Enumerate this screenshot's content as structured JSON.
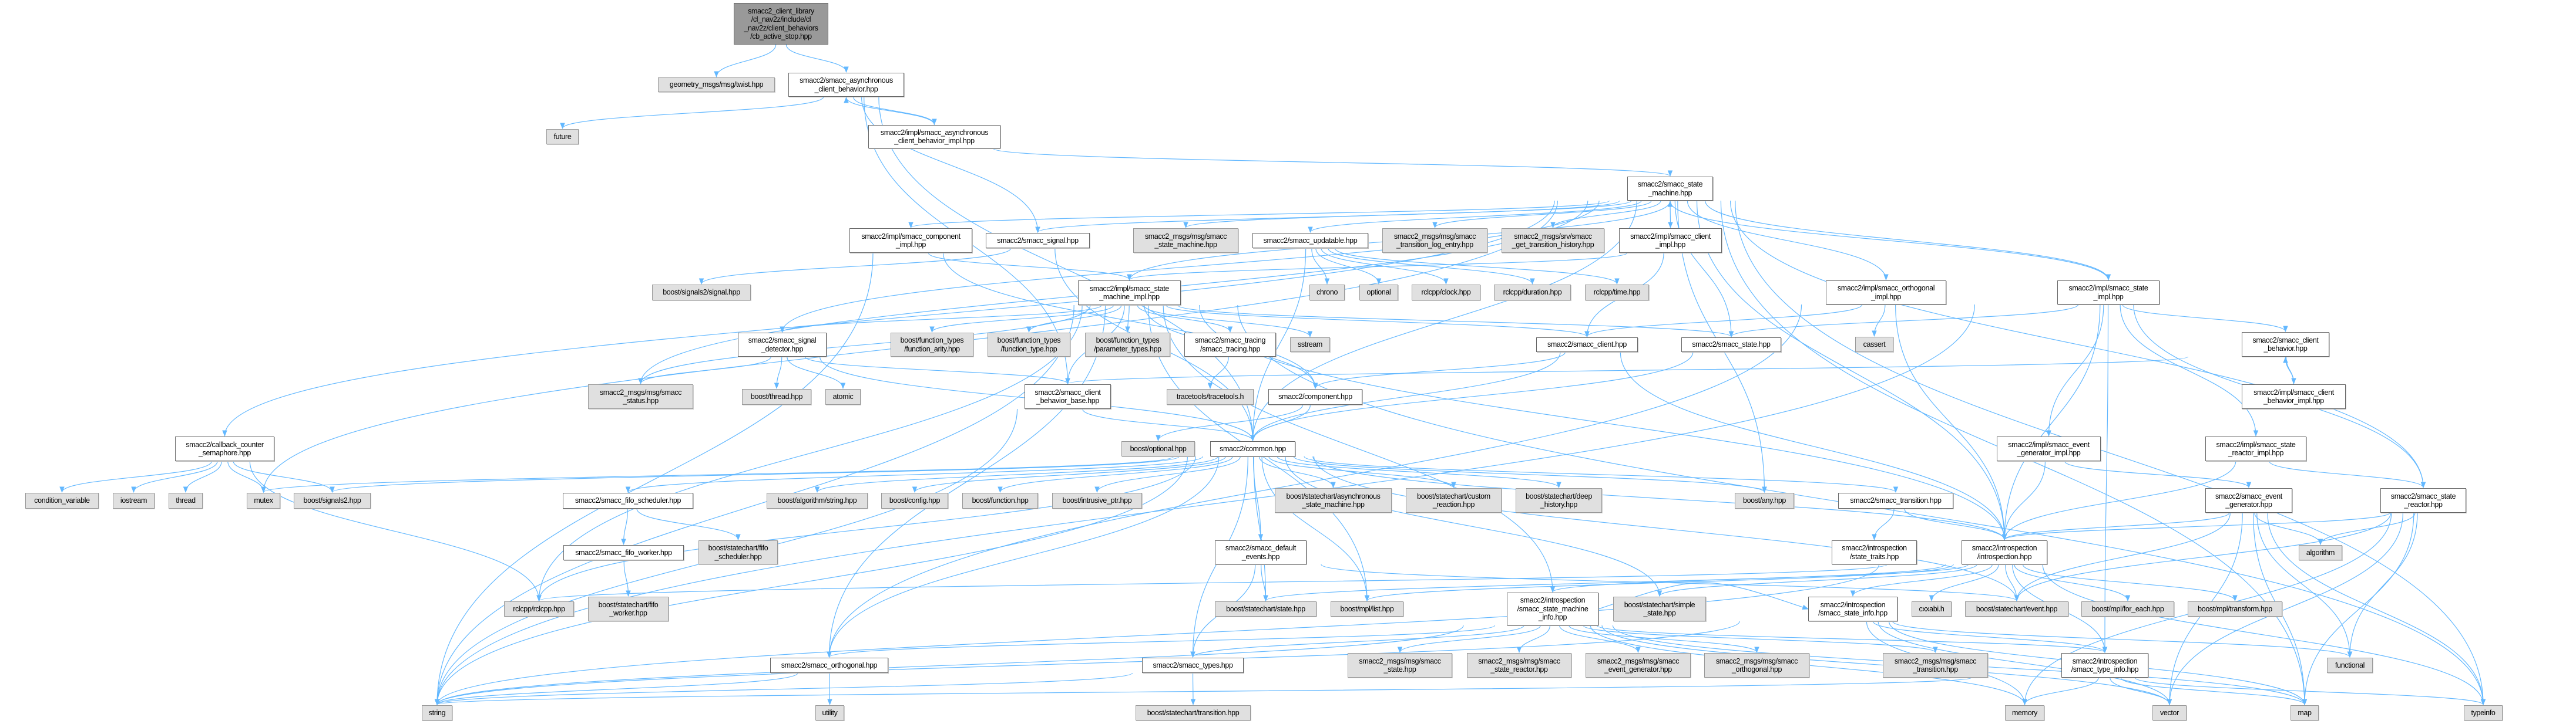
{
  "colors": {
    "edge": "#63b8ff",
    "root_fill": "#999999",
    "external_fill": "#e0e0e0",
    "documented_fill": "#ffffff"
  },
  "nodes": [
    {
      "id": "root",
      "kind": "root",
      "label": "smacc2_client_library\n/cl_nav2z/include/cl\n_nav2z/client_behaviors\n/cb_active_stop.hpp"
    },
    {
      "id": "twist",
      "kind": "ext",
      "label": "geometry_msgs/msg/twist.hpp"
    },
    {
      "id": "async_cb",
      "kind": "doc",
      "label": "smacc2/smacc_asynchronous\n_client_behavior.hpp"
    },
    {
      "id": "future",
      "kind": "ext",
      "label": "future"
    },
    {
      "id": "async_cb_impl",
      "kind": "doc",
      "label": "smacc2/impl/smacc_asynchronous\n_client_behavior_impl.hpp"
    },
    {
      "id": "state_machine",
      "kind": "doc",
      "label": "smacc2/smacc_state\n_machine.hpp"
    },
    {
      "id": "component_impl",
      "kind": "doc",
      "label": "smacc2/impl/smacc_component\n_impl.hpp"
    },
    {
      "id": "signal",
      "kind": "doc",
      "label": "smacc2/smacc_signal.hpp"
    },
    {
      "id": "msgs_sm",
      "kind": "ext",
      "label": "smacc2_msgs/msg/smacc\n_state_machine.hpp"
    },
    {
      "id": "updatable",
      "kind": "doc",
      "label": "smacc2/smacc_updatable.hpp"
    },
    {
      "id": "log_entry",
      "kind": "ext",
      "label": "smacc2_msgs/msg/smacc\n_transition_log_entry.hpp"
    },
    {
      "id": "get_hist",
      "kind": "ext",
      "label": "smacc2_msgs/srv/smacc\n_get_transition_history.hpp"
    },
    {
      "id": "client_impl",
      "kind": "doc",
      "label": "smacc2/impl/smacc_client\n_impl.hpp"
    },
    {
      "id": "signals2_signal",
      "kind": "ext",
      "label": "boost/signals2/signal.hpp"
    },
    {
      "id": "sm_impl",
      "kind": "doc",
      "label": "smacc2/impl/smacc_state\n_machine_impl.hpp"
    },
    {
      "id": "chrono",
      "kind": "ext",
      "label": "chrono"
    },
    {
      "id": "optional",
      "kind": "ext",
      "label": "optional"
    },
    {
      "id": "clock",
      "kind": "ext",
      "label": "rclcpp/clock.hpp"
    },
    {
      "id": "duration",
      "kind": "ext",
      "label": "rclcpp/duration.hpp"
    },
    {
      "id": "time",
      "kind": "ext",
      "label": "rclcpp/time.hpp"
    },
    {
      "id": "orth_impl",
      "kind": "doc",
      "label": "smacc2/impl/smacc_orthogonal\n_impl.hpp"
    },
    {
      "id": "state_impl",
      "kind": "doc",
      "label": "smacc2/impl/smacc_state\n_impl.hpp"
    },
    {
      "id": "signal_detector",
      "kind": "doc",
      "label": "smacc2/smacc_signal\n_detector.hpp"
    },
    {
      "id": "fn_arity",
      "kind": "ext",
      "label": "boost/function_types\n/function_arity.hpp"
    },
    {
      "id": "fn_type",
      "kind": "ext",
      "label": "boost/function_types\n/function_type.hpp"
    },
    {
      "id": "param_types",
      "kind": "ext",
      "label": "boost/function_types\n/parameter_types.hpp"
    },
    {
      "id": "tracing",
      "kind": "doc",
      "label": "smacc2/smacc_tracing\n/smacc_tracing.hpp"
    },
    {
      "id": "sstream",
      "kind": "ext",
      "label": "sstream"
    },
    {
      "id": "client",
      "kind": "doc",
      "label": "smacc2/smacc_client.hpp"
    },
    {
      "id": "state",
      "kind": "doc",
      "label": "smacc2/smacc_state.hpp"
    },
    {
      "id": "cassert",
      "kind": "ext",
      "label": "cassert"
    },
    {
      "id": "client_behavior",
      "kind": "doc",
      "label": "smacc2/smacc_client\n_behavior.hpp"
    },
    {
      "id": "smacc_status",
      "kind": "ext",
      "label": "smacc2_msgs/msg/smacc\n_status.hpp"
    },
    {
      "id": "boost_thread",
      "kind": "ext",
      "label": "boost/thread.hpp"
    },
    {
      "id": "atomic",
      "kind": "ext",
      "label": "atomic"
    },
    {
      "id": "cb_base",
      "kind": "doc",
      "label": "smacc2/smacc_client\n_behavior_base.hpp"
    },
    {
      "id": "tracetools",
      "kind": "ext",
      "label": "tracetools/tracetools.h"
    },
    {
      "id": "component",
      "kind": "doc",
      "label": "smacc2/component.hpp"
    },
    {
      "id": "cb_impl",
      "kind": "doc",
      "label": "smacc2/impl/smacc_client\n_behavior_impl.hpp"
    },
    {
      "id": "semaphore",
      "kind": "doc",
      "label": "smacc2/callback_counter\n_semaphore.hpp"
    },
    {
      "id": "event_gen_impl",
      "kind": "doc",
      "label": "smacc2/impl/smacc_event\n_generator_impl.hpp"
    },
    {
      "id": "state_reactor_impl",
      "kind": "doc",
      "label": "smacc2/impl/smacc_state\n_reactor_impl.hpp"
    },
    {
      "id": "boost_optional",
      "kind": "ext",
      "label": "boost/optional.hpp"
    },
    {
      "id": "common",
      "kind": "doc",
      "label": "smacc2/common.hpp"
    },
    {
      "id": "condition_variable",
      "kind": "ext",
      "label": "condition_variable"
    },
    {
      "id": "iostream",
      "kind": "ext",
      "label": "iostream"
    },
    {
      "id": "thread",
      "kind": "ext",
      "label": "thread"
    },
    {
      "id": "mutex",
      "kind": "ext",
      "label": "mutex"
    },
    {
      "id": "signals2",
      "kind": "ext",
      "label": "boost/signals2.hpp"
    },
    {
      "id": "fifo_scheduler",
      "kind": "doc",
      "label": "smacc2/smacc_fifo_scheduler.hpp"
    },
    {
      "id": "algo_string",
      "kind": "ext",
      "label": "boost/algorithm/string.hpp"
    },
    {
      "id": "config",
      "kind": "ext",
      "label": "boost/config.hpp"
    },
    {
      "id": "function",
      "kind": "ext",
      "label": "boost/function.hpp"
    },
    {
      "id": "intrusive",
      "kind": "ext",
      "label": "boost/intrusive_ptr.hpp"
    },
    {
      "id": "async_sm",
      "kind": "ext",
      "label": "boost/statechart/asynchronous\n_state_machine.hpp"
    },
    {
      "id": "custom_reaction",
      "kind": "ext",
      "label": "boost/statechart/custom\n_reaction.hpp"
    },
    {
      "id": "deep_history",
      "kind": "ext",
      "label": "boost/statechart/deep\n_history.hpp"
    },
    {
      "id": "any",
      "kind": "ext",
      "label": "boost/any.hpp"
    },
    {
      "id": "transition",
      "kind": "doc",
      "label": "smacc2/smacc_transition.hpp"
    },
    {
      "id": "event_gen",
      "kind": "doc",
      "label": "smacc2/smacc_event\n_generator.hpp"
    },
    {
      "id": "state_reactor",
      "kind": "doc",
      "label": "smacc2/smacc_state\n_reactor.hpp"
    },
    {
      "id": "fifo_worker",
      "kind": "doc",
      "label": "smacc2/smacc_fifo_worker.hpp"
    },
    {
      "id": "sc_fifo_scheduler",
      "kind": "ext",
      "label": "boost/statechart/fifo\n_scheduler.hpp"
    },
    {
      "id": "default_events",
      "kind": "doc",
      "label": "smacc2/smacc_default\n_events.hpp"
    },
    {
      "id": "state_traits",
      "kind": "doc",
      "label": "smacc2/introspection\n/state_traits.hpp"
    },
    {
      "id": "introspection",
      "kind": "doc",
      "label": "smacc2/introspection\n/introspection.hpp"
    },
    {
      "id": "algorithm",
      "kind": "ext",
      "label": "algorithm"
    },
    {
      "id": "sm_info",
      "kind": "doc",
      "label": "smacc2/introspection\n/smacc_state_machine\n_info.hpp"
    },
    {
      "id": "rclcpp",
      "kind": "ext",
      "label": "rclcpp/rclcpp.hpp"
    },
    {
      "id": "sc_fifo_worker",
      "kind": "ext",
      "label": "boost/statechart/fifo\n_worker.hpp"
    },
    {
      "id": "sc_state",
      "kind": "ext",
      "label": "boost/statechart/state.hpp"
    },
    {
      "id": "mpl_list",
      "kind": "ext",
      "label": "boost/mpl/list.hpp"
    },
    {
      "id": "simple_state",
      "kind": "ext",
      "label": "boost/statechart/simple\n_state.hpp"
    },
    {
      "id": "state_info",
      "kind": "doc",
      "label": "smacc2/introspection\n/smacc_state_info.hpp"
    },
    {
      "id": "cxxabi",
      "kind": "ext",
      "label": "cxxabi.h"
    },
    {
      "id": "sc_event",
      "kind": "ext",
      "label": "boost/statechart/event.hpp"
    },
    {
      "id": "for_each",
      "kind": "ext",
      "label": "boost/mpl/for_each.hpp"
    },
    {
      "id": "transform",
      "kind": "ext",
      "label": "boost/mpl/transform.hpp"
    },
    {
      "id": "orthogonal",
      "kind": "doc",
      "label": "smacc2/smacc_orthogonal.hpp"
    },
    {
      "id": "types",
      "kind": "doc",
      "label": "smacc2/smacc_types.hpp"
    },
    {
      "id": "msg_state",
      "kind": "ext",
      "label": "smacc2_msgs/msg/smacc\n_state.hpp"
    },
    {
      "id": "msg_state_reactor",
      "kind": "ext",
      "label": "smacc2_msgs/msg/smacc\n_state_reactor.hpp"
    },
    {
      "id": "msg_event_gen",
      "kind": "ext",
      "label": "smacc2_msgs/msg/smacc\n_event_generator.hpp"
    },
    {
      "id": "msg_orthogonal",
      "kind": "ext",
      "label": "smacc2_msgs/msg/smacc\n_orthogonal.hpp"
    },
    {
      "id": "msg_transition",
      "kind": "ext",
      "label": "smacc2_msgs/msg/smacc\n_transition.hpp"
    },
    {
      "id": "type_info",
      "kind": "doc",
      "label": "smacc2/introspection\n/smacc_type_info.hpp"
    },
    {
      "id": "functional",
      "kind": "ext",
      "label": "functional"
    },
    {
      "id": "string",
      "kind": "ext",
      "label": "string"
    },
    {
      "id": "utility",
      "kind": "ext",
      "label": "utility"
    },
    {
      "id": "sc_transition",
      "kind": "ext",
      "label": "boost/statechart/transition.hpp"
    },
    {
      "id": "memory",
      "kind": "ext",
      "label": "memory"
    },
    {
      "id": "vector",
      "kind": "ext",
      "label": "vector"
    },
    {
      "id": "map",
      "kind": "ext",
      "label": "map"
    },
    {
      "id": "typeinfo",
      "kind": "ext",
      "label": "typeinfo"
    }
  ],
  "edges": [
    [
      "root",
      "twist"
    ],
    [
      "root",
      "async_cb"
    ],
    [
      "async_cb",
      "future"
    ],
    [
      "async_cb",
      "async_cb_impl"
    ],
    [
      "async_cb",
      "signal"
    ],
    [
      "async_cb",
      "cb_base"
    ],
    [
      "async_cb",
      "common"
    ],
    [
      "async_cb_impl",
      "async_cb"
    ],
    [
      "async_cb_impl",
      "state_machine"
    ],
    [
      "state_machine",
      "component_impl"
    ],
    [
      "state_machine",
      "signal"
    ],
    [
      "state_machine",
      "msgs_sm"
    ],
    [
      "state_machine",
      "updatable"
    ],
    [
      "state_machine",
      "log_entry"
    ],
    [
      "state_machine",
      "get_hist"
    ],
    [
      "state_machine",
      "client_impl"
    ],
    [
      "state_machine",
      "orth_impl"
    ],
    [
      "state_machine",
      "state_impl"
    ],
    [
      "state_machine",
      "state"
    ],
    [
      "state_machine",
      "state_reactor"
    ],
    [
      "state_machine",
      "semaphore"
    ],
    [
      "state_machine",
      "mutex"
    ],
    [
      "state_machine",
      "smacc_status"
    ],
    [
      "state_machine",
      "any"
    ],
    [
      "state_machine",
      "map"
    ],
    [
      "state_machine",
      "typeinfo"
    ],
    [
      "state_machine",
      "introspection"
    ],
    [
      "state_machine",
      "common"
    ],
    [
      "state_machine",
      "signal_detector"
    ],
    [
      "component_impl",
      "sm_impl"
    ],
    [
      "component_impl",
      "string"
    ],
    [
      "component_impl",
      "component"
    ],
    [
      "signal",
      "signals2_signal"
    ],
    [
      "signal",
      "common"
    ],
    [
      "updatable",
      "chrono"
    ],
    [
      "updatable",
      "optional"
    ],
    [
      "updatable",
      "clock"
    ],
    [
      "updatable",
      "duration"
    ],
    [
      "updatable",
      "time"
    ],
    [
      "updatable",
      "common"
    ],
    [
      "client_impl",
      "client"
    ],
    [
      "client_impl",
      "sm_impl"
    ],
    [
      "sm_impl",
      "state_machine"
    ],
    [
      "sm_impl",
      "fn_arity"
    ],
    [
      "sm_impl",
      "fn_type"
    ],
    [
      "sm_impl",
      "param_types"
    ],
    [
      "sm_impl",
      "tracing"
    ],
    [
      "sm_impl",
      "sstream"
    ],
    [
      "sm_impl",
      "client"
    ],
    [
      "sm_impl",
      "state"
    ],
    [
      "sm_impl",
      "signal_detector"
    ],
    [
      "sm_impl",
      "smacc_status"
    ],
    [
      "sm_impl",
      "rclcpp"
    ],
    [
      "sm_impl",
      "orthogonal"
    ],
    [
      "sm_impl",
      "component"
    ],
    [
      "sm_impl",
      "cb_base"
    ],
    [
      "sm_impl",
      "introspection"
    ],
    [
      "sm_impl",
      "sm_info"
    ],
    [
      "sm_impl",
      "string"
    ],
    [
      "sm_impl",
      "mpl_list"
    ],
    [
      "sm_impl",
      "typeinfo"
    ],
    [
      "orth_impl",
      "cassert"
    ],
    [
      "orth_impl",
      "client"
    ],
    [
      "orth_impl",
      "orthogonal"
    ],
    [
      "orth_impl",
      "introspection"
    ],
    [
      "state_impl",
      "state_machine"
    ],
    [
      "state_impl",
      "state"
    ],
    [
      "state_impl",
      "client_behavior"
    ],
    [
      "state_impl",
      "event_gen_impl"
    ],
    [
      "state_impl",
      "state_reactor_impl"
    ],
    [
      "state_impl",
      "introspection"
    ],
    [
      "state_impl",
      "state_reactor"
    ],
    [
      "state_impl",
      "type_info"
    ],
    [
      "state_impl",
      "string"
    ],
    [
      "signal_detector",
      "smacc_status"
    ],
    [
      "signal_detector",
      "boost_thread"
    ],
    [
      "signal_detector",
      "atomic"
    ],
    [
      "signal_detector",
      "common"
    ],
    [
      "signal_detector",
      "cb_base"
    ],
    [
      "tracing",
      "tracetools"
    ],
    [
      "client",
      "common"
    ],
    [
      "client",
      "component"
    ],
    [
      "client",
      "introspection"
    ],
    [
      "state",
      "common"
    ],
    [
      "client_behavior",
      "cb_impl"
    ],
    [
      "client_behavior",
      "cb_base"
    ],
    [
      "cb_impl",
      "client_behavior"
    ],
    [
      "cb_base",
      "common"
    ],
    [
      "cb_base",
      "string"
    ],
    [
      "component",
      "common"
    ],
    [
      "component",
      "boost_optional"
    ],
    [
      "event_gen_impl",
      "event_gen"
    ],
    [
      "event_gen_impl",
      "introspection"
    ],
    [
      "state_reactor_impl",
      "state_reactor"
    ],
    [
      "state_reactor_impl",
      "introspection"
    ],
    [
      "semaphore",
      "condition_variable"
    ],
    [
      "semaphore",
      "iostream"
    ],
    [
      "semaphore",
      "thread"
    ],
    [
      "semaphore",
      "mutex"
    ],
    [
      "semaphore",
      "signals2"
    ],
    [
      "semaphore",
      "rclcpp"
    ],
    [
      "common",
      "signals2"
    ],
    [
      "common",
      "mutex"
    ],
    [
      "common",
      "fifo_scheduler"
    ],
    [
      "common",
      "algo_string"
    ],
    [
      "common",
      "config"
    ],
    [
      "common",
      "function"
    ],
    [
      "common",
      "intrusive"
    ],
    [
      "common",
      "async_sm"
    ],
    [
      "common",
      "custom_reaction"
    ],
    [
      "common",
      "deep_history"
    ],
    [
      "common",
      "default_events"
    ],
    [
      "common",
      "sc_state"
    ],
    [
      "common",
      "mpl_list"
    ],
    [
      "common",
      "types"
    ],
    [
      "common",
      "orthogonal"
    ],
    [
      "common",
      "rclcpp"
    ],
    [
      "common",
      "string"
    ],
    [
      "common",
      "any"
    ],
    [
      "common",
      "transition"
    ],
    [
      "common",
      "introspection"
    ],
    [
      "common",
      "simple_state"
    ],
    [
      "common",
      "sc_event"
    ],
    [
      "fifo_scheduler",
      "fifo_worker"
    ],
    [
      "fifo_scheduler",
      "sc_fifo_scheduler"
    ],
    [
      "fifo_worker",
      "sc_fifo_worker"
    ],
    [
      "default_events",
      "sc_state"
    ],
    [
      "default_events",
      "types"
    ],
    [
      "default_events",
      "sc_event"
    ],
    [
      "transition",
      "state_traits"
    ],
    [
      "transition",
      "introspection"
    ],
    [
      "event_gen",
      "introspection"
    ],
    [
      "event_gen",
      "algorithm"
    ],
    [
      "event_gen",
      "sc_event"
    ],
    [
      "event_gen",
      "functional"
    ],
    [
      "event_gen",
      "map"
    ],
    [
      "event_gen",
      "vector"
    ],
    [
      "event_gen",
      "typeinfo"
    ],
    [
      "state_reactor",
      "introspection"
    ],
    [
      "state_reactor",
      "algorithm"
    ],
    [
      "state_reactor",
      "sc_event"
    ],
    [
      "state_reactor",
      "functional"
    ],
    [
      "state_reactor",
      "map"
    ],
    [
      "state_reactor",
      "vector"
    ],
    [
      "state_reactor",
      "memory"
    ],
    [
      "introspection",
      "state_info"
    ],
    [
      "introspection",
      "cxxabi"
    ],
    [
      "introspection",
      "sc_event"
    ],
    [
      "introspection",
      "for_each"
    ],
    [
      "introspection",
      "transform"
    ],
    [
      "introspection",
      "sc_state"
    ],
    [
      "introspection",
      "simple_state"
    ],
    [
      "introspection",
      "mpl_list"
    ],
    [
      "introspection",
      "typeinfo"
    ],
    [
      "introspection",
      "sm_info"
    ],
    [
      "introspection",
      "type_info"
    ],
    [
      "introspection",
      "rclcpp"
    ],
    [
      "introspection",
      "string"
    ],
    [
      "sm_info",
      "msg_state"
    ],
    [
      "sm_info",
      "msg_state_reactor"
    ],
    [
      "sm_info",
      "msg_event_gen"
    ],
    [
      "sm_info",
      "msg_orthogonal"
    ],
    [
      "sm_info",
      "msg_transition"
    ],
    [
      "sm_info",
      "types"
    ],
    [
      "sm_info",
      "orthogonal"
    ],
    [
      "sm_info",
      "memory"
    ],
    [
      "sm_info",
      "vector"
    ],
    [
      "sm_info",
      "map"
    ],
    [
      "sm_info",
      "string"
    ],
    [
      "sm_info",
      "type_info"
    ],
    [
      "sm_info",
      "state_info"
    ],
    [
      "state_info",
      "type_info"
    ],
    [
      "state_info",
      "memory"
    ],
    [
      "state_info",
      "vector"
    ],
    [
      "state_info",
      "map"
    ],
    [
      "state_info",
      "functional"
    ],
    [
      "state_info",
      "string"
    ],
    [
      "type_info",
      "memory"
    ],
    [
      "type_info",
      "vector"
    ],
    [
      "type_info",
      "map"
    ],
    [
      "type_info",
      "typeinfo"
    ],
    [
      "type_info",
      "string"
    ],
    [
      "types",
      "sc_transition"
    ],
    [
      "types",
      "string"
    ],
    [
      "orthogonal",
      "utility"
    ],
    [
      "orthogonal",
      "string"
    ]
  ]
}
